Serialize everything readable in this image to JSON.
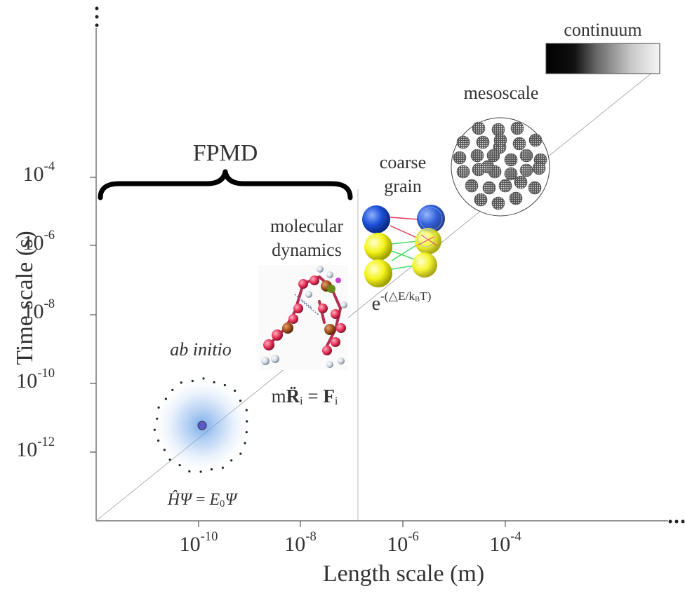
{
  "axes": {
    "x_title": "Length scale (m)",
    "y_title": "Time scale (s)",
    "x_scale": "log",
    "y_scale": "log",
    "x_ticks": [
      {
        "base": "10",
        "exp": "-10"
      },
      {
        "base": "10",
        "exp": "-8"
      },
      {
        "base": "10",
        "exp": "-6"
      },
      {
        "base": "10",
        "exp": "-4"
      }
    ],
    "y_ticks": [
      {
        "base": "10",
        "exp": "-4"
      },
      {
        "base": "10",
        "exp": "-6"
      },
      {
        "base": "10",
        "exp": "-8"
      },
      {
        "base": "10",
        "exp": "-10"
      },
      {
        "base": "10",
        "exp": "-12"
      }
    ],
    "continuation": "⋮"
  },
  "regions": {
    "fpmd": "FPMD",
    "ab_initio": "ab initio",
    "molecular_dynamics_line1": "molecular",
    "molecular_dynamics_line2": "dynamics",
    "coarse_grain_line1": "coarse",
    "coarse_grain_line2": "grain",
    "mesoscale": "mesoscale",
    "continuum": "continuum"
  },
  "equations": {
    "schrodinger": {
      "h": "Ĥ",
      "psi": "Ψ",
      "eq": " = ",
      "e": "E",
      "e_sub": "0",
      "psi2": "Ψ"
    },
    "newton": {
      "m": "m",
      "r": "R̈",
      "r_sub": "i",
      "eq": " = ",
      "f": "F",
      "f_sub": "i"
    },
    "boltzmann": {
      "base": "e",
      "exp": "-(△E/k",
      "exp_sub": "B",
      "exp_tail": "T)"
    }
  },
  "colors": {
    "axis": "#555555",
    "gaussian": "#4a90e2",
    "atom_red": "#e8345a",
    "atom_brown": "#a0521d",
    "atom_white": "#d8e0e8",
    "bead_blue": "#1a4fd6",
    "bead_yellow": "#ffff33",
    "bond_pink": "#e8345a",
    "bond_green": "#44dd66",
    "meso_disk": "#666666"
  }
}
